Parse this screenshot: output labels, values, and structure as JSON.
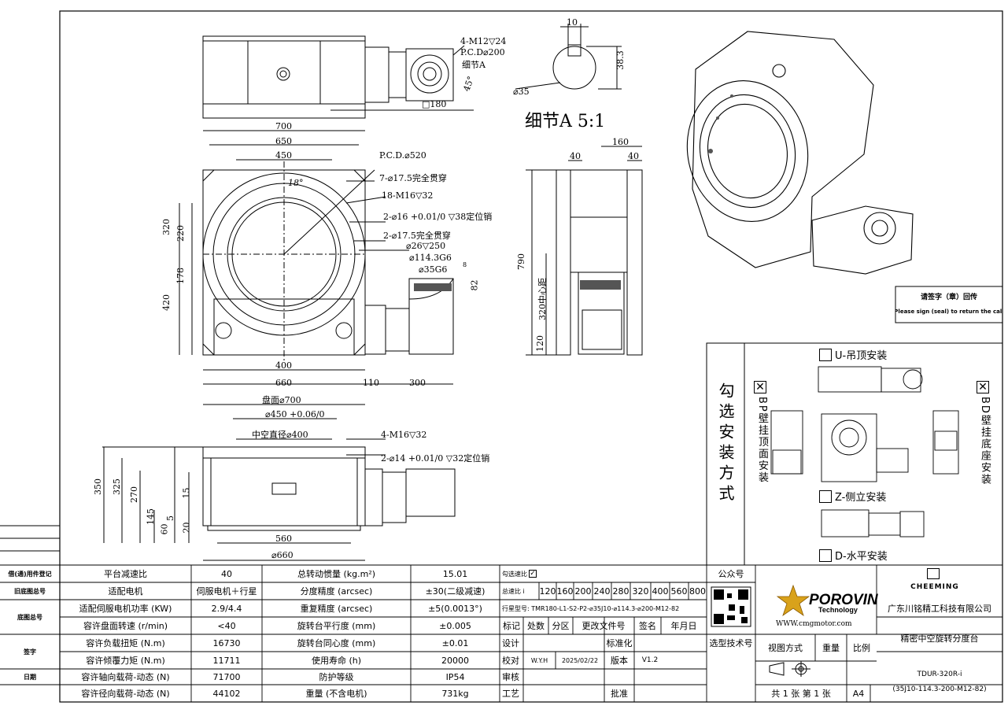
{
  "top_view": {
    "callouts": [
      "4-M12▽24",
      "P.C.D⌀200",
      "细节A",
      "45°"
    ],
    "dim_180": "□180"
  },
  "detail": {
    "dim_10": "10",
    "dim_38": "38.3",
    "dim_35": "⌀35",
    "title": "细节A 5:1"
  },
  "front_view": {
    "dim_700": "700",
    "dim_650": "650",
    "dim_450": "450",
    "dim_400": "400",
    "dim_660": "660",
    "dim_110": "110",
    "dim_300": "300",
    "dim_320": "320",
    "dim_220": "220",
    "dim_178": "178",
    "dim_420": "420",
    "angle_18": "18°",
    "callouts": [
      "P.C.D.⌀520",
      "7-⌀17.5完全贯穿",
      "18-M16▽32",
      "2-⌀16 +0.01/0 ▽38定位销",
      "2-⌀17.5完全贯穿",
      "⌀26▽250",
      "⌀114.3G6",
      "⌀35G6",
      "82",
      "8"
    ]
  },
  "side_view": {
    "dim_160": "160",
    "dim_40a": "40",
    "dim_40b": "40",
    "dim_790": "790",
    "dim_320c": "320中心距",
    "dim_120": "120"
  },
  "bottom_view": {
    "dim_700": "盘面⌀700",
    "dim_450": "⌀450 +0.06/0",
    "dim_400": "中空直径⌀400",
    "dim_560": "560",
    "dim_660": "⌀660",
    "dim_350": "350",
    "dim_325": "325",
    "dim_270": "270",
    "dim_145": "145",
    "dim_15": "15",
    "dim_60": "60",
    "dim_5": "5",
    "dim_20": "20",
    "callouts": [
      "4-M16▽32",
      "2-⌀14 +0.01/0 ▽32定位销"
    ]
  },
  "return_note": {
    "cn": "请签字（章）回传",
    "en": "Please sign (seal) to return the call"
  },
  "mounting": {
    "title": "勾选安装方式",
    "options": [
      {
        "label": "U-吊顶安装",
        "checked": false
      },
      {
        "label": "Z-侧立安装",
        "checked": false
      },
      {
        "label": "D-水平安装",
        "checked": false
      }
    ],
    "bp_label": "BP壁挂顶面安装",
    "bd_label": "BD壁挂底座安装"
  },
  "left_block": {
    "labels": [
      "借(通)用件登记",
      "旧底图总号",
      "底图总号",
      "签字",
      "日期"
    ]
  },
  "params": [
    {
      "k1": "平台减速比",
      "v1": "40",
      "k2": "总转动惯量 (kg.m²)",
      "v2": "15.01"
    },
    {
      "k1": "适配电机",
      "v1": "伺服电机＋行星",
      "k2": "分度精度 (arcsec)",
      "v2": "±30(二级减速)"
    },
    {
      "k1": "适配伺服电机功率 (KW)",
      "v1": "2.9/4.4",
      "k2": "重复精度 (arcsec)",
      "v2": "±5(0.0013°)"
    },
    {
      "k1": "容许盘面转速 (r/min)",
      "v1": "<40",
      "k2": "旋转台平行度 (mm)",
      "v2": "±0.005"
    },
    {
      "k1": "容许负载扭矩 (N.m)",
      "v1": "16730",
      "k2": "旋转台同心度 (mm)",
      "v2": "±0.01"
    },
    {
      "k1": "容许倾覆力矩 (N.m)",
      "v1": "11711",
      "k2": "使用寿命 (h)",
      "v2": "20000"
    },
    {
      "k1": "容许轴向载荷-动态 (N)",
      "v1": "71700",
      "k2": "防护等级",
      "v2": "IP54"
    },
    {
      "k1": "容许径向载荷-动态 (N)",
      "v1": "44102",
      "k2": "重量 (不含电机)",
      "v2": "731kg"
    }
  ],
  "ratio": {
    "check_label": "勾选速比",
    "row_label": "总速比 i",
    "values": [
      "120",
      "160",
      "200",
      "240",
      "280",
      "320",
      "400",
      "560",
      "800"
    ]
  },
  "model_line": "行星型号: TMR180-L1-S2-P2-⌀35J10-⌀114.3-⌀200-M12-82",
  "revision": {
    "headers": [
      "标记",
      "处数",
      "分区",
      "更改文件号",
      "签名",
      "年月日"
    ],
    "rows": [
      "设计",
      "校对",
      "审核",
      "工艺"
    ],
    "checker": "W.Y.H",
    "date": "2025/02/22",
    "std_label": "标准化",
    "version_label": "版本",
    "version": "V1.2",
    "approve_label": "批准"
  },
  "company": {
    "wechat_label": "公众号",
    "select_tech": "选型技术号",
    "brand": "POROVIN",
    "brand_sub": "Technology",
    "website": "WWW.cmgmotor.com",
    "logo2": "CHEEMING",
    "name": "广东川铭精工科技有限公司",
    "product": "精密中空旋转分度台",
    "view_label": "视图方式",
    "weight_label": "重量",
    "scale_label": "比例",
    "model": "TDUR-320R-i",
    "model_sub": "(35J10-114.3-200-M12-82)",
    "sheets": "共 1 张 第 1 张",
    "paper": "A4"
  },
  "colors": {
    "line": "#000000",
    "hatch": "#333333",
    "gold": "#d9a21b",
    "red": "#c0392b"
  }
}
